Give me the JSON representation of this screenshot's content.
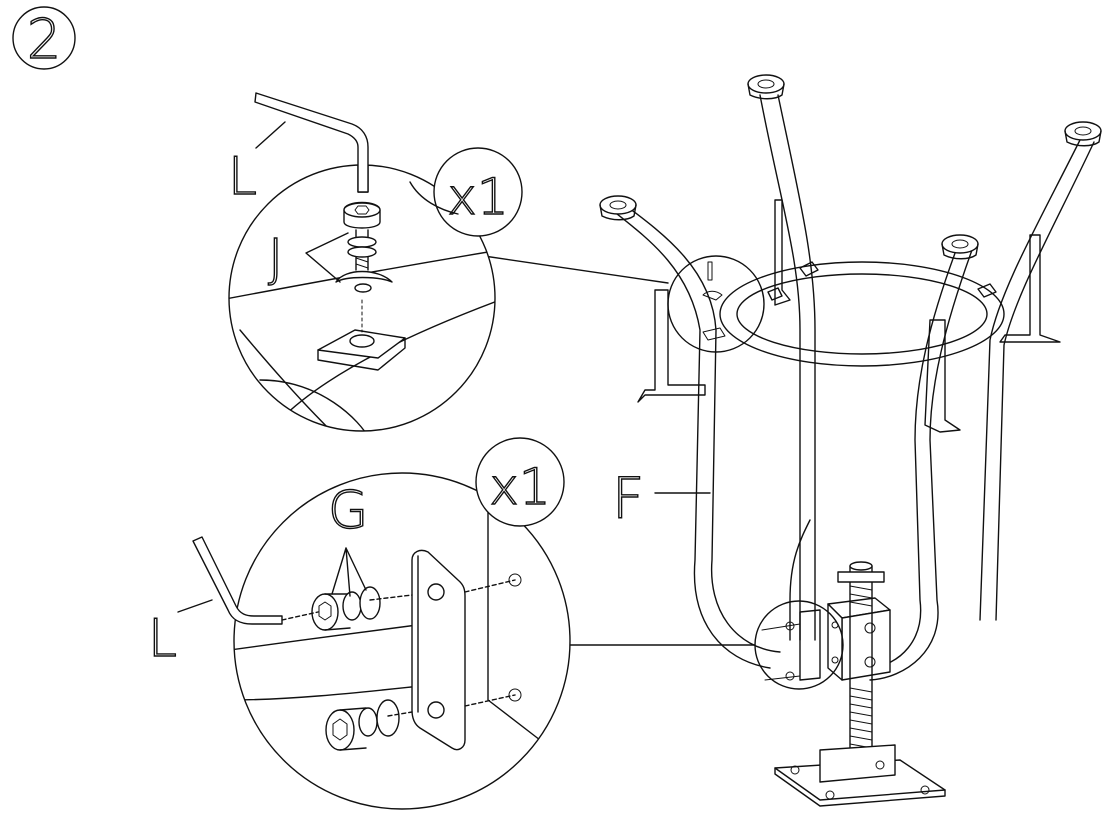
{
  "step": {
    "number": "2"
  },
  "callouts": {
    "top": {
      "quantity": "x1",
      "tool_label": "L",
      "part_label": "J"
    },
    "bottom": {
      "quantity": "x1",
      "tool_label": "L",
      "part_label": "G"
    }
  },
  "main": {
    "frame_label": "F"
  },
  "icons": [
    "hex-key-icon",
    "hex-bolt-icon",
    "washer-icon",
    "leg-foot-icon"
  ]
}
